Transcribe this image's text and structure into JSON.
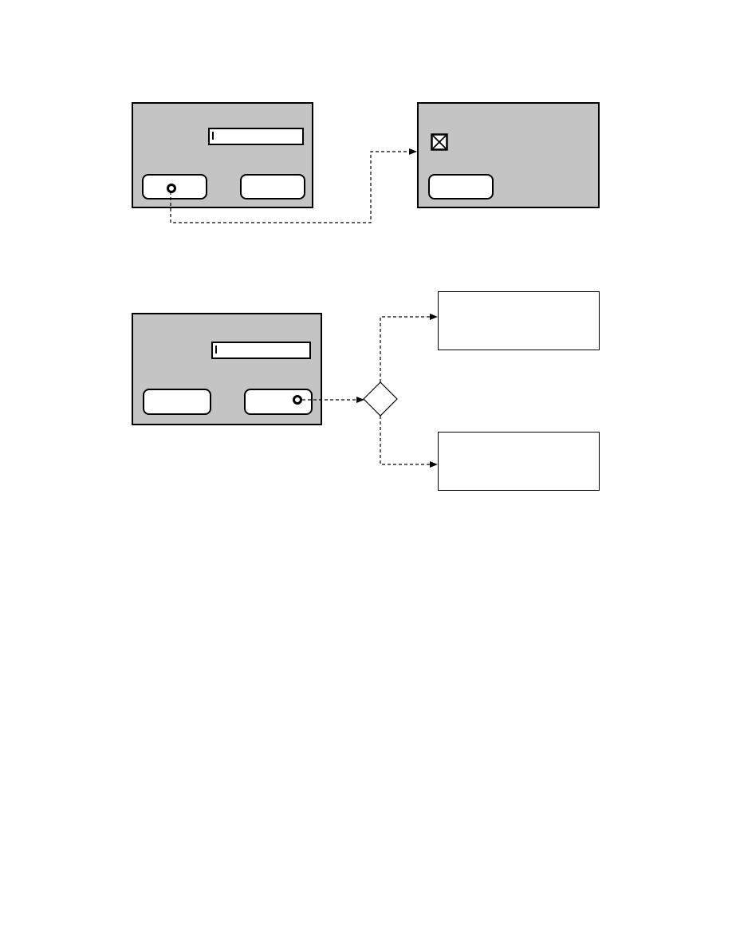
{
  "figure": {
    "style": {
      "panel_fill": "#c4c4c4",
      "stroke": "#000000",
      "connector_style": "dashed"
    },
    "diagram_top": {
      "source_screen": {
        "text_field": {
          "value": ""
        },
        "button_left": {
          "label": "",
          "hotspot_icon": "ring-icon"
        },
        "button_right": {
          "label": ""
        }
      },
      "target_screen": {
        "checkbox": {
          "icon": "checked-box-icon",
          "state": "checked"
        },
        "button": {
          "label": ""
        }
      },
      "connector": {
        "from": "button_left",
        "to": "target_screen",
        "style": "dashed-arrow"
      }
    },
    "diagram_bottom": {
      "source_screen": {
        "text_field": {
          "value": ""
        },
        "button_left": {
          "label": ""
        },
        "button_right": {
          "label": "",
          "hotspot_icon": "ring-icon"
        }
      },
      "decision": {
        "shape": "diamond",
        "label": ""
      },
      "outcomes": [
        {
          "label": ""
        },
        {
          "label": ""
        }
      ]
    }
  }
}
